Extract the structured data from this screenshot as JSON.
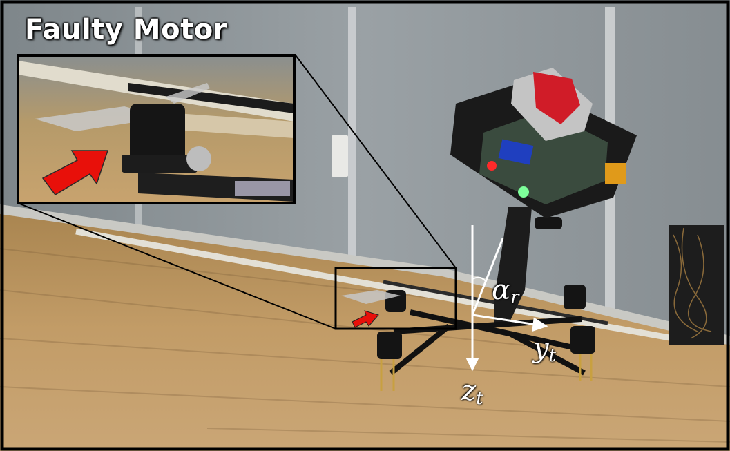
{
  "title": "Faulty Motor",
  "axes": {
    "alpha": {
      "symbol": "α",
      "subscript": "r"
    },
    "y": {
      "symbol": "y",
      "subscript": "t"
    },
    "z": {
      "symbol": "z",
      "subscript": "t"
    }
  },
  "colors": {
    "frame": "#000000",
    "arrow": "#e8100a",
    "axis": "#ffffff",
    "floor": "#b8925f",
    "wall": "#8e969a"
  },
  "icons": [
    "red-arrow-icon",
    "red-arrow-small-icon"
  ]
}
